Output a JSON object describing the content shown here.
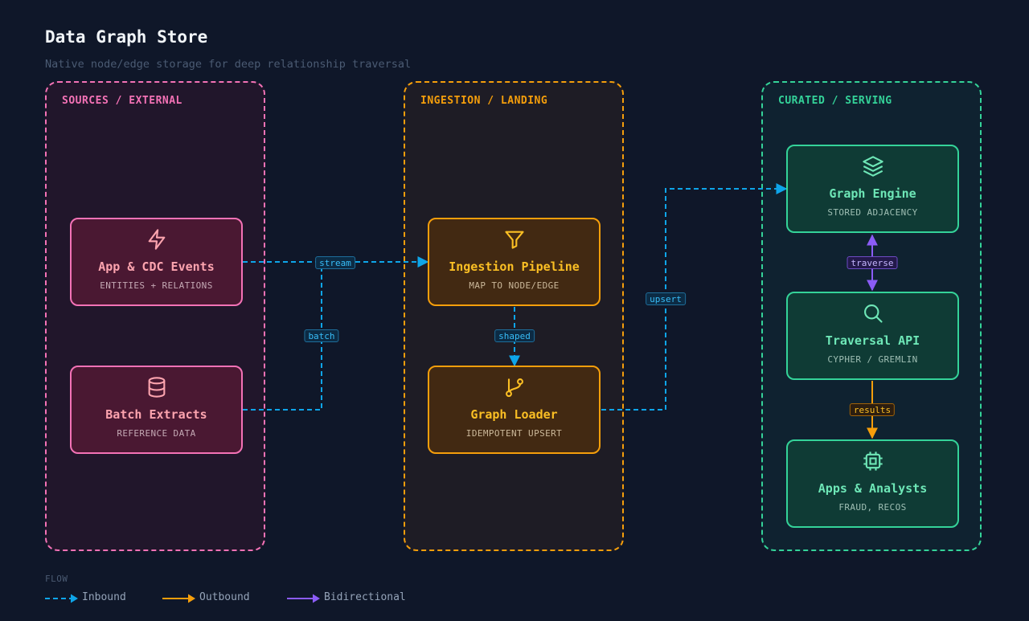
{
  "header": {
    "title": "Data Graph Store",
    "subtitle": "Native node/edge storage for deep relationship traversal"
  },
  "lanes": {
    "sources": "SOURCES / EXTERNAL",
    "ingestion": "INGESTION / LANDING",
    "curated": "CURATED / SERVING"
  },
  "nodes": {
    "app_cdc": {
      "name": "App & CDC Events",
      "desc": "ENTITIES + RELATIONS",
      "icon": "lightning-icon"
    },
    "batch": {
      "name": "Batch Extracts",
      "desc": "REFERENCE DATA",
      "icon": "database-icon"
    },
    "pipeline": {
      "name": "Ingestion Pipeline",
      "desc": "MAP TO NODE/EDGE",
      "icon": "filter-icon"
    },
    "loader": {
      "name": "Graph Loader",
      "desc": "IDEMPOTENT UPSERT",
      "icon": "git-branch-icon"
    },
    "engine": {
      "name": "Graph Engine",
      "desc": "STORED ADJACENCY",
      "icon": "layers-icon"
    },
    "api": {
      "name": "Traversal API",
      "desc": "CYPHER / GREMLIN",
      "icon": "search-icon"
    },
    "apps": {
      "name": "Apps & Analysts",
      "desc": "FRAUD, RECOS",
      "icon": "cpu-icon"
    }
  },
  "edges": {
    "stream": "stream",
    "batch": "batch",
    "shaped": "shaped",
    "upsert": "upsert",
    "traverse": "traverse",
    "results": "results"
  },
  "legend": {
    "title": "FLOW",
    "inbound": "Inbound",
    "outbound": "Outbound",
    "bidirectional": "Bidirectional"
  },
  "colors": {
    "inbound": "#0ea5e9",
    "outbound": "#f59e0b",
    "bidirectional": "#8b5cf6",
    "sources": "#f472b6",
    "ingestion": "#f59e0b",
    "curated": "#34d399"
  }
}
